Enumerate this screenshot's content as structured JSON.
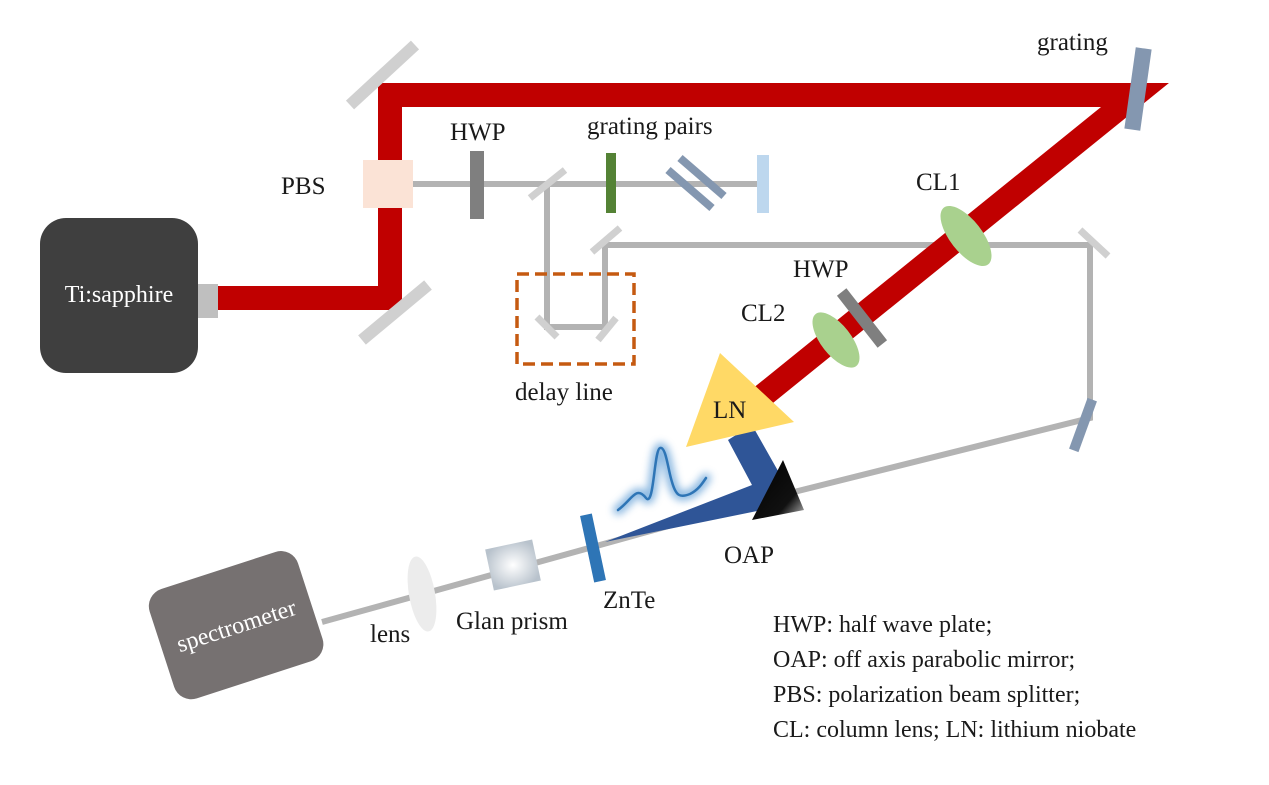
{
  "labels": {
    "ti_sapphire": "Ti:sapphire",
    "pbs": "PBS",
    "hwp_top": "HWP",
    "grating_pairs": "grating pairs",
    "grating": "grating",
    "cl1": "CL1",
    "hwp_mid": "HWP",
    "cl2": "CL2",
    "delay_line": "delay line",
    "ln": "LN",
    "oap": "OAP",
    "znte": "ZnTe",
    "glan_prism": "Glan prism",
    "lens": "lens",
    "spectrometer": "spectrometer"
  },
  "legend": [
    "HWP: half wave plate;",
    "OAP: off axis parabolic mirror;",
    "PBS: polarization beam splitter;",
    "CL: column lens; LN: lithium niobate"
  ],
  "colors": {
    "pump_beam": "#c00000",
    "probe_beam": "#b3b3b3",
    "thz_beam": "#2f5597",
    "laser_box": "#3f3f3f",
    "spectrometer_box": "#767171",
    "mirror": "#d0d0d0",
    "pbs": "#fbe3d6",
    "hwp": "#7f7f7f",
    "green_element": "#548235",
    "grating_plate": "#8497b0",
    "light_plate": "#bdd7ee",
    "lens_green": "#a9d18e",
    "delay_box": "#c55a11",
    "ln_crystal": "#ffd966",
    "znte": "#2e75b6"
  }
}
